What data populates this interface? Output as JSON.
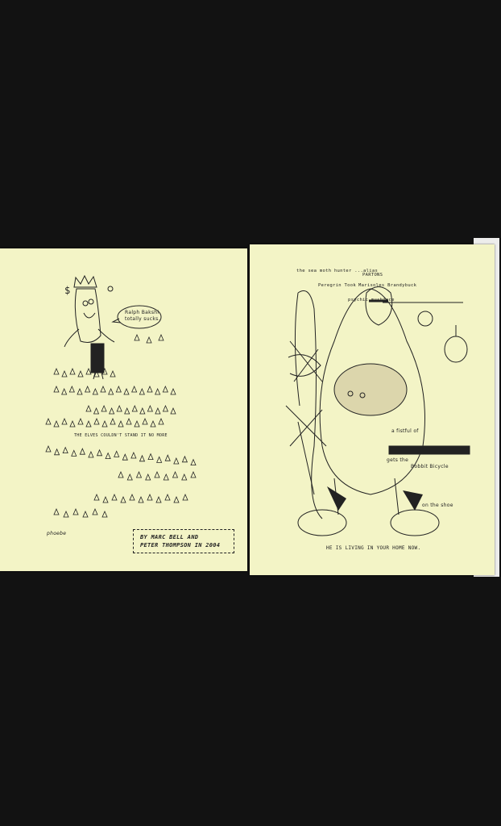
{
  "left_page": {
    "speech_bubble": [
      "Ralph Bakshi",
      "totally sucks."
    ],
    "caption": "THE ELVES COULDN'T STAND IT NO MORE",
    "credit": [
      "BY MARC BELL AND",
      "PETER THOMPSON IN 2004"
    ],
    "signature": "phoebe"
  },
  "right_page": {
    "title": "the sea moth hunter ...alias",
    "labels": [
      "PARTONS",
      "Peregrin Took",
      "Marisoles Brandybuck",
      "psychic mushface"
    ],
    "side_notes": [
      "a fistful of",
      "gets the",
      "Bobbit Bicycle",
      "on the shoe"
    ],
    "caption": "HE IS LIVING IN YOUR HOME NOW."
  },
  "colors": {
    "paper": "#f3f4c6",
    "background": "#121212",
    "ink": "#222222"
  }
}
